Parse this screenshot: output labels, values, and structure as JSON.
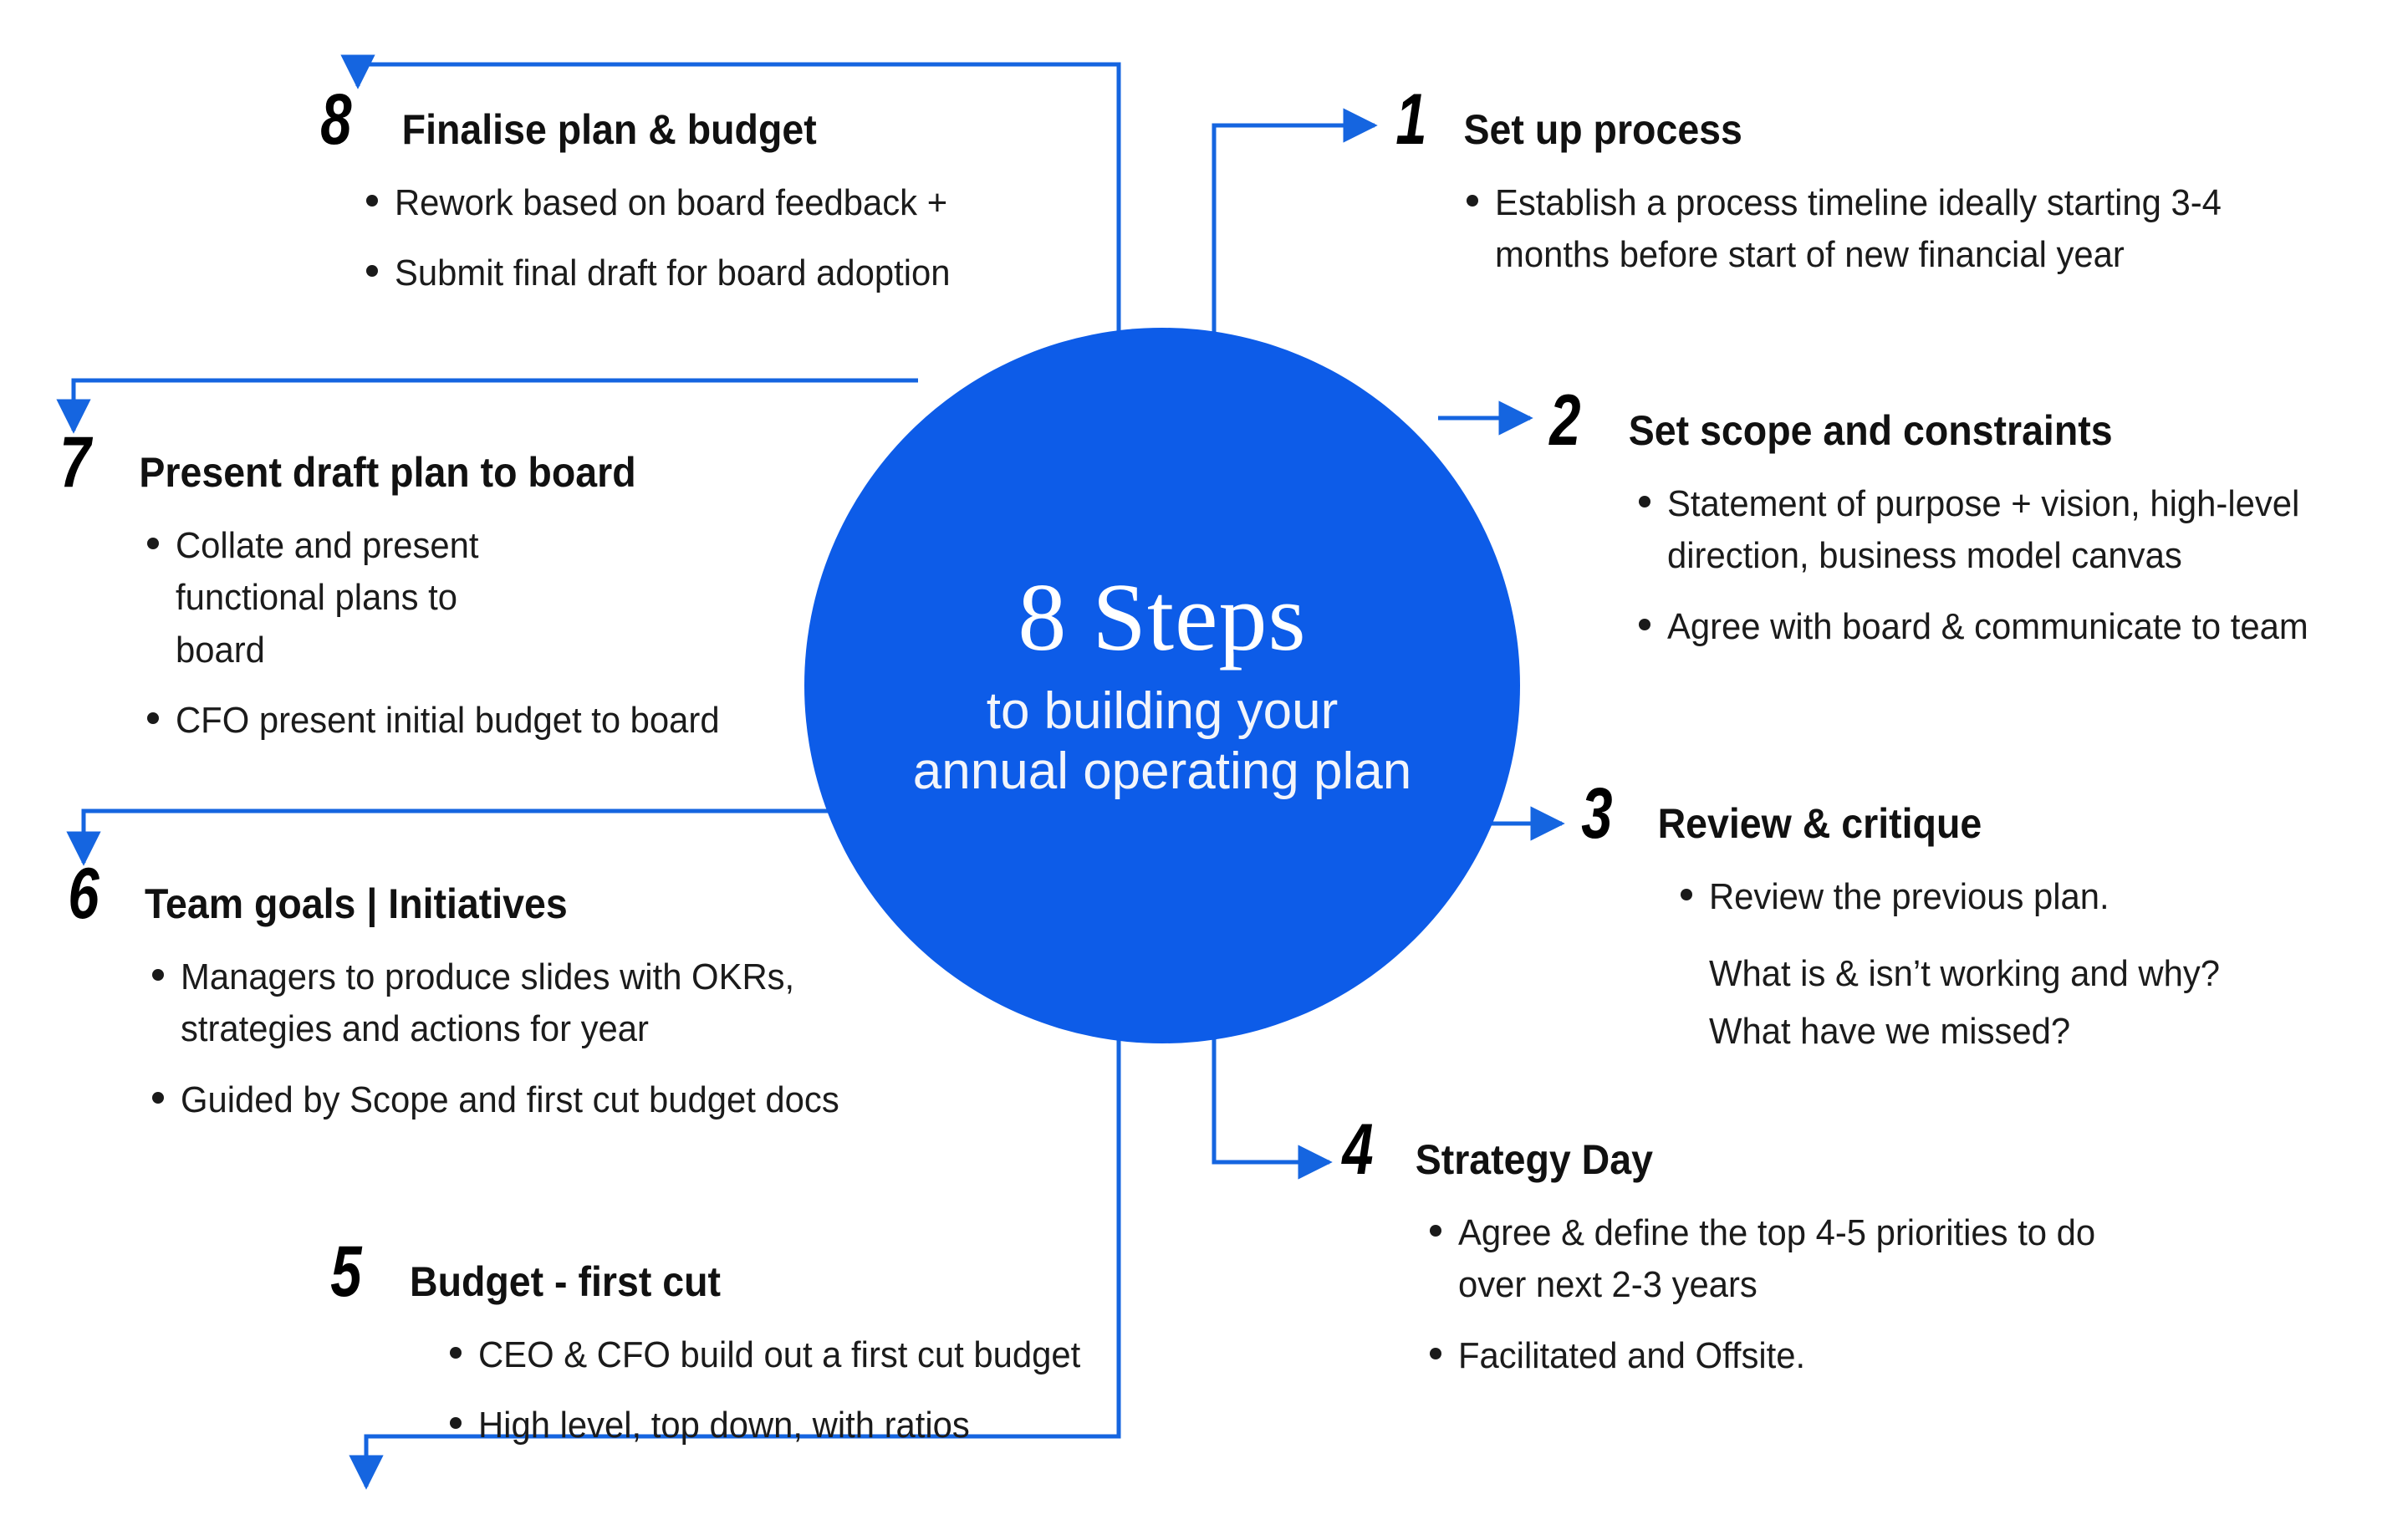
{
  "theme": {
    "accent_blue": "#0d5ce8",
    "connector_blue": "#1565e0",
    "text_black": "#1b1b1b",
    "background": "#ffffff"
  },
  "hub": {
    "title": "8 Steps",
    "subtitle_line1": "to building your",
    "subtitle_line2": "annual operating plan"
  },
  "steps": [
    {
      "number": "1",
      "title": "Set up process",
      "bullets": [
        "Establish a process timeline ideally starting 3-4 months before start of new financial year"
      ],
      "continuations": []
    },
    {
      "number": "2",
      "title": "Set scope and constraints",
      "bullets": [
        "Statement of purpose + vision, high-level direction, business model canvas",
        "Agree with board & communicate to team"
      ],
      "continuations": []
    },
    {
      "number": "3",
      "title": "Review & critique",
      "bullets": [
        "Review the previous plan."
      ],
      "continuations": [
        "What is & isn’t working and why?",
        "What have we missed?"
      ]
    },
    {
      "number": "4",
      "title": "Strategy Day",
      "bullets": [
        "Agree & define the top 4-5 priorities to do over next 2-3 years",
        "Facilitated and Offsite."
      ],
      "continuations": []
    },
    {
      "number": "5",
      "title": "Budget - first cut",
      "bullets": [
        "CEO & CFO build out a first cut budget",
        "High level, top down, with ratios"
      ],
      "continuations": []
    },
    {
      "number": "6",
      "title": "Team goals | Initiatives",
      "bullets": [
        "Managers to produce slides with OKRs, strategies and actions for year",
        "Guided by Scope and first cut budget docs"
      ],
      "continuations": []
    },
    {
      "number": "7",
      "title": "Present draft plan to board",
      "bullets": [
        "Collate and present functional plans to board",
        "CFO present initial budget to board"
      ],
      "continuations": []
    },
    {
      "number": "8",
      "title": "Finalise plan & budget",
      "bullets": [
        "Rework based on board feedback +",
        "Submit final draft for board adoption"
      ],
      "continuations": []
    }
  ]
}
